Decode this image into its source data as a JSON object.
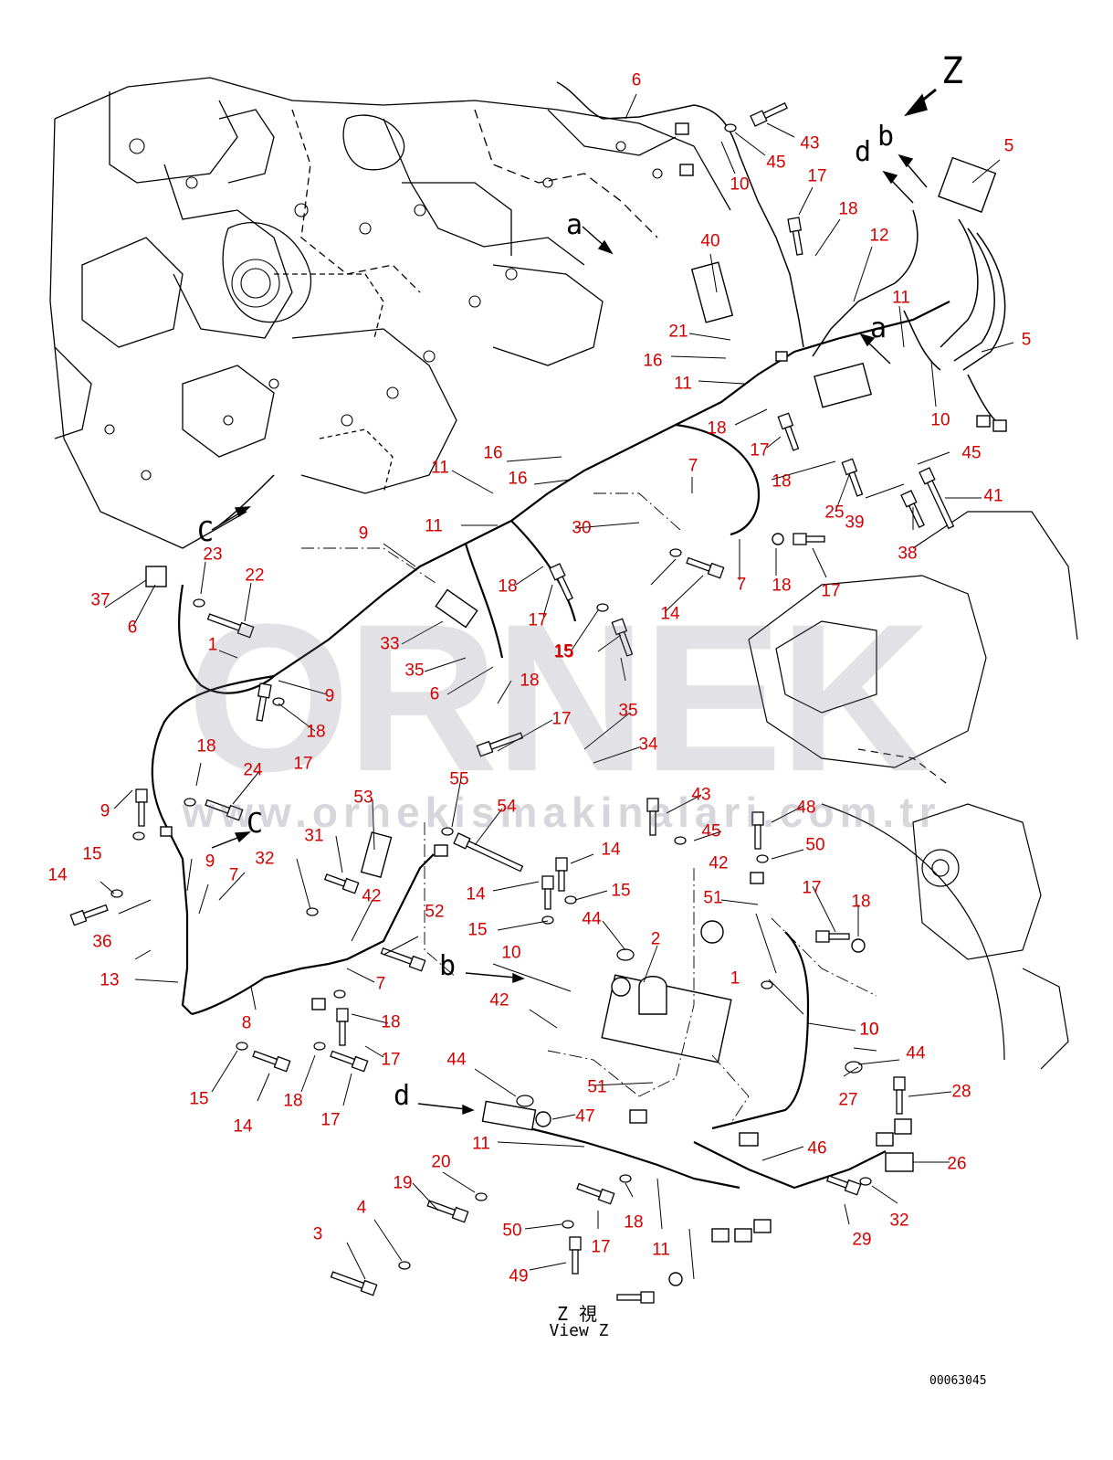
{
  "watermark": {
    "logo": "ORNEK",
    "url": "www.ornekismakinalari.com.tr"
  },
  "view": {
    "label_jp": "Z 視",
    "label_en": "View Z"
  },
  "drawing_number": "00063045",
  "view_letters": [
    "Z",
    "d",
    "b",
    "a",
    "a",
    "C",
    "C",
    "b",
    "d"
  ],
  "callouts": [
    "6",
    "43",
    "45",
    "10",
    "5",
    "17",
    "18",
    "12",
    "40",
    "21",
    "16",
    "11",
    "11",
    "5",
    "10",
    "18",
    "17",
    "18",
    "16",
    "16",
    "11",
    "25",
    "39",
    "45",
    "41",
    "38",
    "11",
    "7",
    "30",
    "9",
    "18",
    "17",
    "7",
    "18",
    "17",
    "15",
    "23",
    "22",
    "37",
    "6",
    "1",
    "33",
    "35",
    "15",
    "14",
    "6",
    "18",
    "35",
    "9",
    "18",
    "17",
    "17",
    "34",
    "18",
    "24",
    "9",
    "55",
    "53",
    "54",
    "43",
    "48",
    "45",
    "50",
    "14",
    "15",
    "14",
    "31",
    "32",
    "7",
    "42",
    "14",
    "15",
    "42",
    "17",
    "9",
    "52",
    "44",
    "18",
    "15",
    "36",
    "13",
    "10",
    "2",
    "51",
    "7",
    "1",
    "10",
    "18",
    "42",
    "17",
    "8",
    "15",
    "14",
    "18",
    "17",
    "44",
    "10",
    "44",
    "51",
    "47",
    "28",
    "27",
    "11",
    "46",
    "26",
    "20",
    "19",
    "18",
    "4",
    "17",
    "11",
    "32",
    "50",
    "29",
    "3",
    "49"
  ]
}
